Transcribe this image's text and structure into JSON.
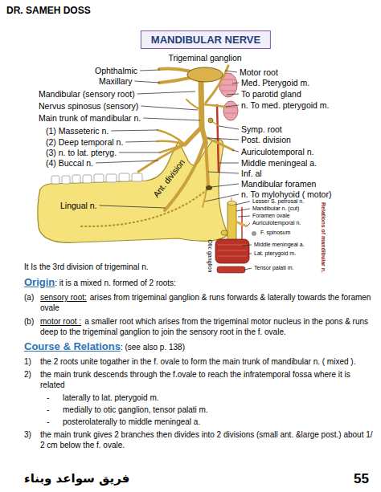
{
  "diagram": {
    "title": "MANDIBULAR NERVE",
    "labels": [
      "DR. SAMEH DOSS",
      "Trigeminal ganglion",
      "Ophthalmic",
      "Maxillary",
      "Mandibular (sensory root)",
      "Nervus spinosus (sensory)",
      "Main trunk of mandibular n.",
      "(1) Masseteric n.",
      "(2) Deep temporal n.",
      "(3) n. to lat. pteryg.",
      "(4) Buccal n.",
      "Ant. division",
      "Lingual n.",
      "Motor root",
      "Med. Pterygoid m.",
      "To parotid gland",
      "n. To med. pterygoid m.",
      "Symp. root",
      "Post. division",
      "Auriculotemporal n.",
      "Middle meningeal a.",
      "Inf. al",
      "Mandibular foramen",
      "n. To mylohyoid ( motor)",
      "Lesser S. petrosal n.",
      "Mandibular n. (cut)",
      "Foramen ovale",
      "Auriculotemporal n.",
      "F. spinosum",
      "Middle meningeal a.",
      "Lat. pterygoid m.",
      "Tensor palati m.",
      "Otic ganglion",
      "Relations of mandibular n.",
      "It Is the 3rd division of trigeminal n.",
      "Origin",
      ": it is a mixed n. formed of 2 roots:",
      "(a)",
      "sensory root:",
      "arises from trigeminal ganglion & runs forwards & laterally towards the foramen ovale",
      "(b)",
      "motor root :",
      "a smaller root which arises from the trigeminal motor nucleus in the pons & runs deep to the trigeminal ganglion to join the sensory root in the f. ovale.",
      "Course & Relations",
      ": (see also p. 138)",
      "1)",
      "the 2 roots unite togather in the f. ovale to form the main trunk of mandibular n. ( mixed ).",
      "2)",
      "the main trunk descends through the f.ovale to reach the infratemporal fossa where it is related",
      "-",
      "laterally to lat. pterygoid m.",
      "-",
      "medially to otic ganglion, tensor palati m.",
      "-",
      "posterolaterally to middle meningeal a.",
      "3)",
      "the main trunk gives 2 branches then divides into 2 divisions (small ant. &large post.) about 1/ 2 cm below the f. ovale.",
      "فريق سواعد وبناء",
      "55"
    ]
  }
}
